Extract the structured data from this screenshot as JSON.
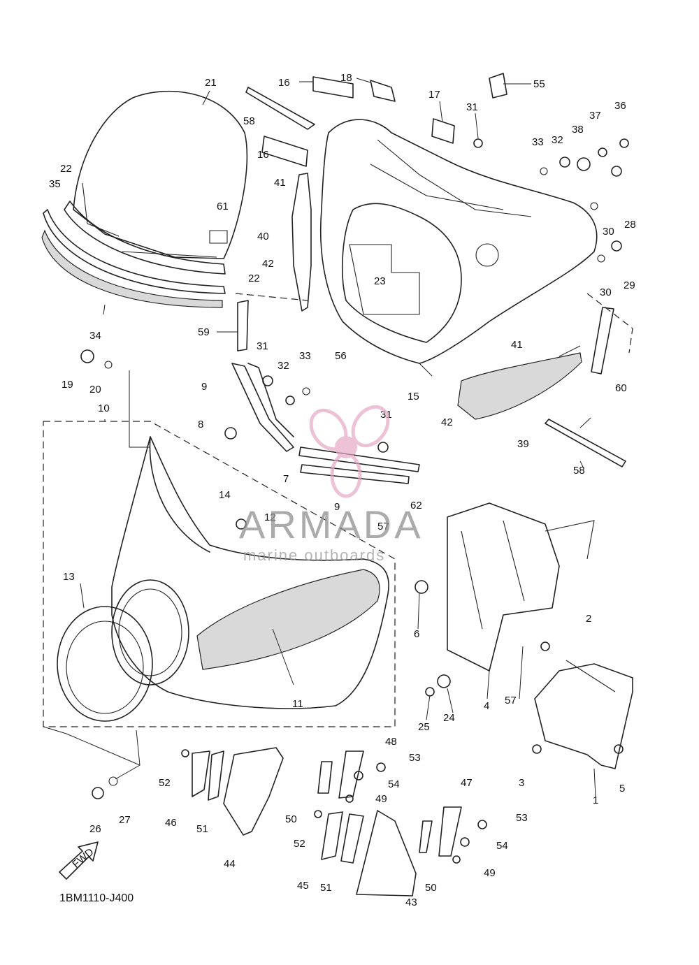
{
  "diagram_code": "1BM1110-J400",
  "fwd_label": "FWD",
  "watermark": {
    "brand": "ARMADA",
    "tagline": "marine outboards",
    "logo_color": "#e8a9c6"
  },
  "callouts": [
    "1",
    "2",
    "3",
    "4",
    "5",
    "6",
    "7",
    "8",
    "9",
    "9",
    "10",
    "11",
    "12",
    "13",
    "14",
    "15",
    "16",
    "16",
    "17",
    "18",
    "19",
    "20",
    "21",
    "22",
    "22",
    "23",
    "24",
    "25",
    "26",
    "27",
    "28",
    "29",
    "30",
    "30",
    "31",
    "31",
    "31",
    "32",
    "32",
    "33",
    "33",
    "34",
    "35",
    "36",
    "37",
    "38",
    "39",
    "40",
    "41",
    "41",
    "42",
    "42",
    "43",
    "44",
    "45",
    "46",
    "47",
    "48",
    "49",
    "49",
    "50",
    "50",
    "51",
    "51",
    "52",
    "52",
    "53",
    "53",
    "54",
    "54",
    "55",
    "56",
    "57",
    "57",
    "58",
    "58",
    "59",
    "60",
    "61",
    "62"
  ]
}
